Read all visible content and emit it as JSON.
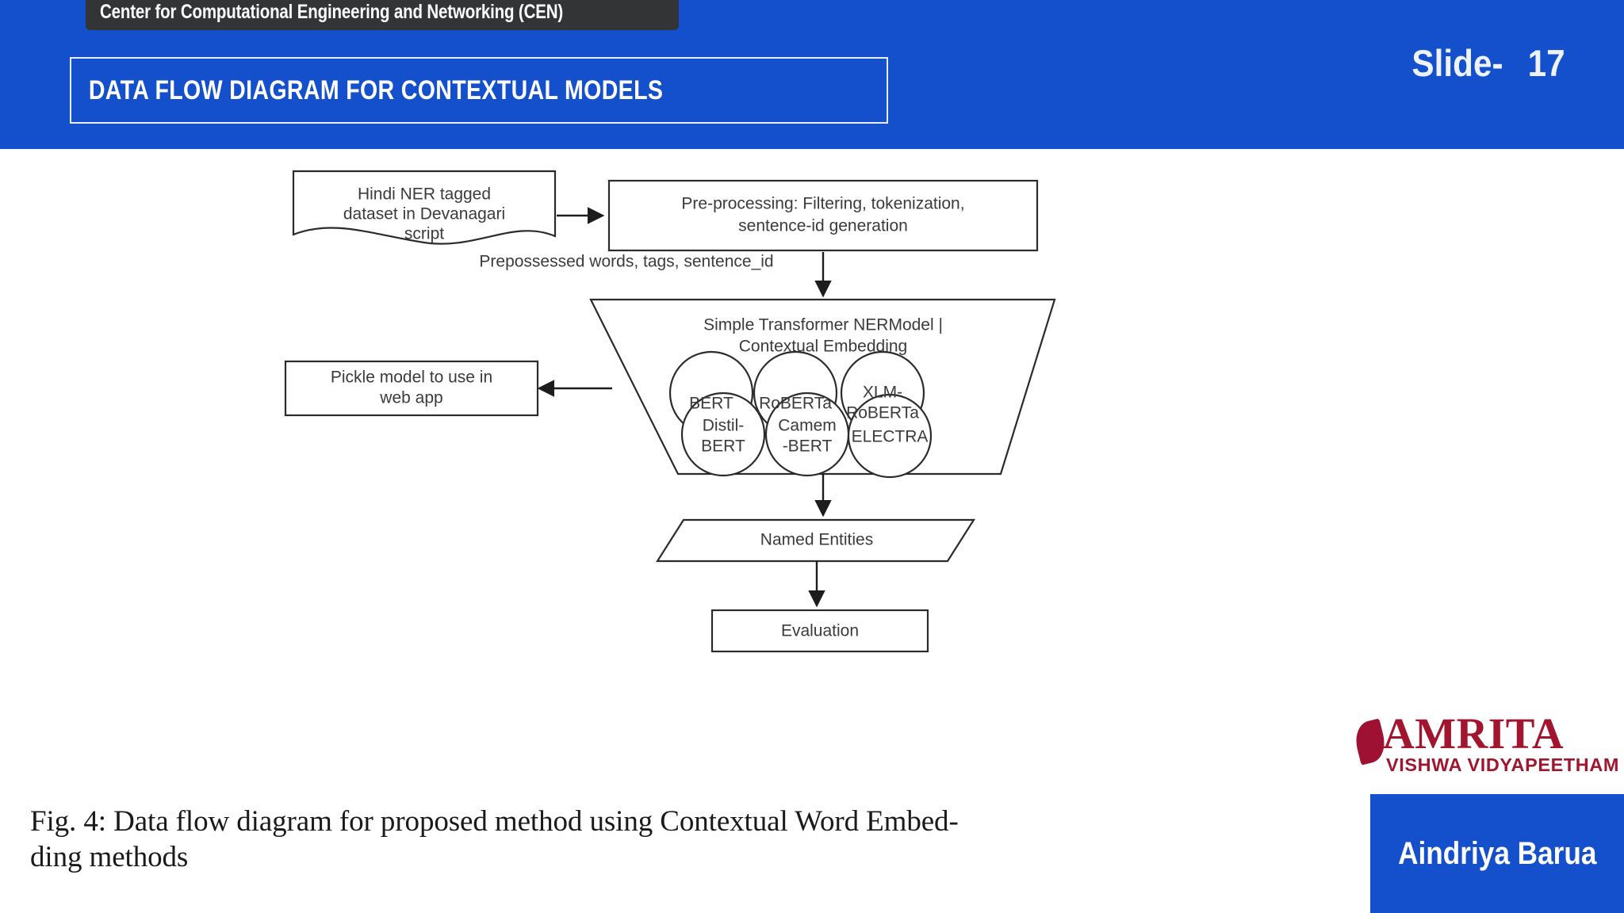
{
  "header": {
    "org_banner": "Center for Computational Engineering and Networking (CEN)",
    "title": "DATA FLOW DIAGRAM FOR CONTEXTUAL MODELS",
    "slide_label": "Slide-",
    "slide_number": "17",
    "background_color": "#1450CB",
    "banner_color": "#333436"
  },
  "diagram": {
    "nodes": {
      "dataset": "Hindi NER tagged dataset in Devanagari script",
      "dataset_line1": "Hindi NER tagged",
      "dataset_line2": "dataset in Devanagari",
      "dataset_line3": "script",
      "preprocessing_line1": "Pre-processing: Filtering, tokenization,",
      "preprocessing_line2": "sentence-id generation",
      "model_line1": "Simple Transformer NERModel |",
      "model_line2": "Contextual Embedding",
      "pickle_line1": "Pickle model to use in",
      "pickle_line2": "web app",
      "named_entities": "Named Entities",
      "evaluation": "Evaluation"
    },
    "edges": {
      "dataset_to_preprocessing": "",
      "preprocessing_to_model": "Prepossessed words, tags, sentence_id"
    },
    "models": [
      {
        "id": "bert",
        "line1": "BERT",
        "line2": ""
      },
      {
        "id": "roberta",
        "line1": "RoBERTa",
        "line2": ""
      },
      {
        "id": "xlm-roberta",
        "line1": "XLM-",
        "line2": "RoBERTa"
      },
      {
        "id": "distilbert",
        "line1": "Distil-",
        "line2": "BERT"
      },
      {
        "id": "camembert",
        "line1": "Camem",
        "line2": "-BERT"
      },
      {
        "id": "electra",
        "line1": "ELECTRA",
        "line2": ""
      }
    ]
  },
  "caption": {
    "line1": "Fig. 4: Data flow diagram for proposed method using Contextual Word Embed-",
    "line2": "ding methods"
  },
  "branding": {
    "logo_main": "AMRITA",
    "logo_sub": "VISHWA VIDYAPEETHAM",
    "logo_color": "#A1152F",
    "presenter": "Aindriya Barua"
  }
}
